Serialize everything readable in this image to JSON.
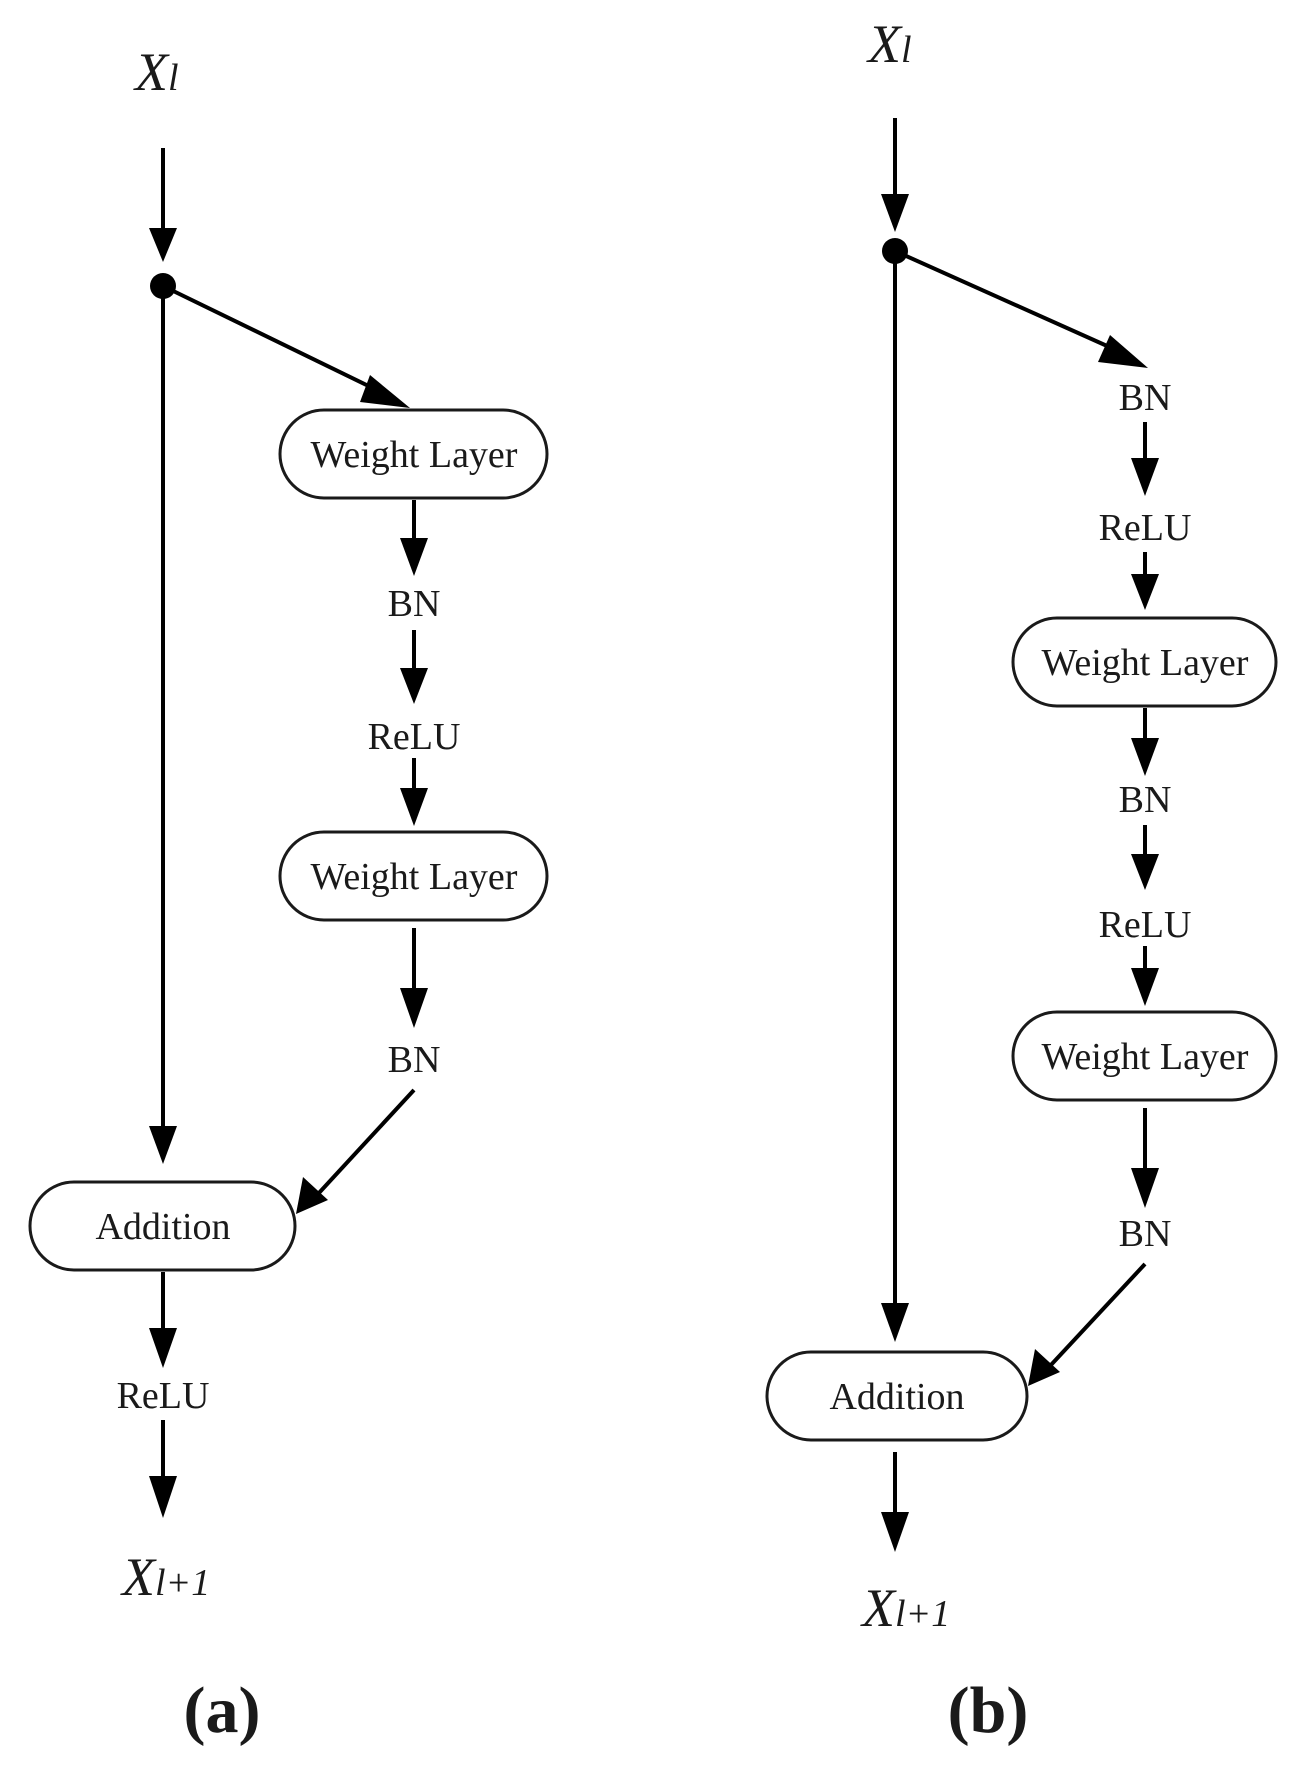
{
  "panel_a": {
    "input": {
      "main": "X",
      "sub": "l"
    },
    "nodes": [
      "Weight Layer",
      "BN",
      "ReLU",
      "Weight Layer",
      "BN"
    ],
    "merge": "Addition",
    "after_merge": "ReLU",
    "output": {
      "main": "X",
      "sub": "l+1"
    },
    "caption": "(a)"
  },
  "panel_b": {
    "input": {
      "main": "X",
      "sub": "l"
    },
    "nodes": [
      "BN",
      "ReLU",
      "Weight Layer",
      "BN",
      "ReLU",
      "Weight Layer",
      "BN"
    ],
    "merge": "Addition",
    "output": {
      "main": "X",
      "sub": "l+1"
    },
    "caption": "(b)"
  }
}
